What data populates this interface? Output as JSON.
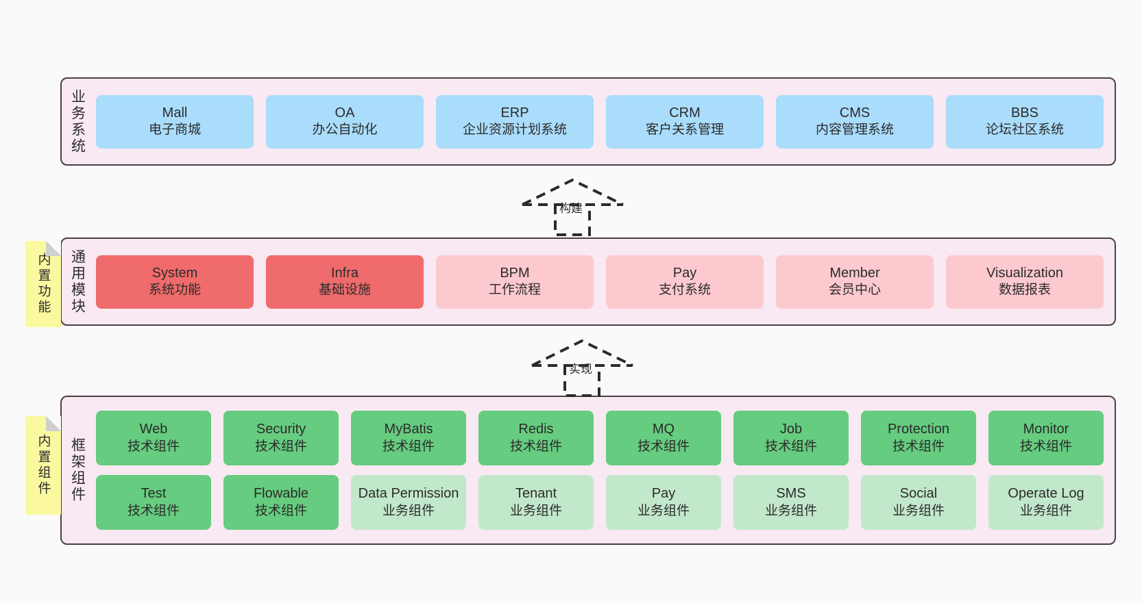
{
  "diagram": {
    "background_color": "#fafafa",
    "layer_fill": "#f8e9f3",
    "layer_border": "#4a3f46"
  },
  "layers": [
    {
      "id": "business",
      "title": "业务系统",
      "card_color": "#aadcfb",
      "rows": [
        [
          {
            "title": "Mall",
            "sub": "电子商城"
          },
          {
            "title": "OA",
            "sub": "办公自动化"
          },
          {
            "title": "ERP",
            "sub": "企业资源计划系统"
          },
          {
            "title": "CRM",
            "sub": "客户关系管理"
          },
          {
            "title": "CMS",
            "sub": "内容管理系统"
          },
          {
            "title": "BBS",
            "sub": "论坛社区系统"
          }
        ]
      ]
    },
    {
      "id": "common",
      "title": "通用模块",
      "card_color_strong": "#f06b6b",
      "card_color_light": "#fcc9cf",
      "rows": [
        [
          {
            "title": "System",
            "sub": "系统功能"
          },
          {
            "title": "Infra",
            "sub": "基础设施"
          },
          {
            "title": "BPM",
            "sub": "工作流程"
          },
          {
            "title": "Pay",
            "sub": "支付系统"
          },
          {
            "title": "Member",
            "sub": "会员中心"
          },
          {
            "title": "Visualization",
            "sub": "数据报表"
          }
        ]
      ]
    },
    {
      "id": "framework",
      "title": "框架组件",
      "card_color_strong": "#66cc7f",
      "card_color_light": "#c2e8cb",
      "rows": [
        [
          {
            "title": "Web",
            "sub": "技术组件"
          },
          {
            "title": "Security",
            "sub": "技术组件"
          },
          {
            "title": "MyBatis",
            "sub": "技术组件"
          },
          {
            "title": "Redis",
            "sub": "技术组件"
          },
          {
            "title": "MQ",
            "sub": "技术组件"
          },
          {
            "title": "Job",
            "sub": "技术组件"
          },
          {
            "title": "Protection",
            "sub": "技术组件"
          },
          {
            "title": "Monitor",
            "sub": "技术组件"
          }
        ],
        [
          {
            "title": "Test",
            "sub": "技术组件"
          },
          {
            "title": "Flowable",
            "sub": "技术组件"
          },
          {
            "title": "Data Permission",
            "sub": "业务组件"
          },
          {
            "title": "Tenant",
            "sub": "业务组件"
          },
          {
            "title": "Pay",
            "sub": "业务组件"
          },
          {
            "title": "SMS",
            "sub": "业务组件"
          },
          {
            "title": "Social",
            "sub": "业务组件"
          },
          {
            "title": "Operate Log",
            "sub": "业务组件"
          }
        ]
      ]
    }
  ],
  "notes": [
    {
      "id": "common",
      "text": "内置功能",
      "color": "#fbf9a0"
    },
    {
      "id": "framework",
      "text": "内置组件",
      "color": "#fbf9a0"
    }
  ],
  "arrows": [
    {
      "id": "build",
      "label": "构建",
      "style": "dashed-hollow-triangle",
      "direction": "up"
    },
    {
      "id": "impl",
      "label": "实现",
      "style": "dashed-hollow-triangle",
      "direction": "up"
    }
  ]
}
